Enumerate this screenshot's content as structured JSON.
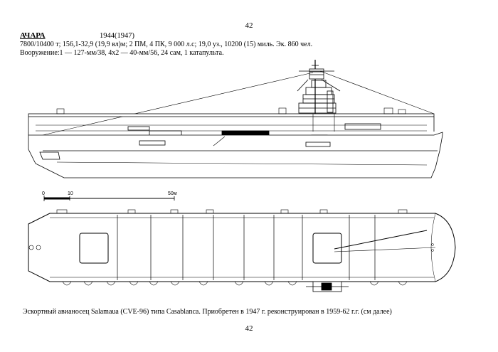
{
  "page": {
    "number_top": "42",
    "number_bottom": "42"
  },
  "ship": {
    "name": "АЧАРА",
    "years": "1944(1947)",
    "specs": "7800/10400 т; 156,1-32,9 (19,9 вл)м; 2 ПМ, 4 ПК, 9 000 л.с; 19,0 уз., 10200 (15) миль. Эк. 860 чел.",
    "armament": "Вооружение:1 — 127-мм/38, 4х2  — 40-мм/56, 24 сам, 1 катапульта."
  },
  "scale_bar": {
    "labels": [
      "0",
      "10",
      "50м"
    ]
  },
  "caption": "Эскортный авианосец Salamaua (CVE-96) типа Casablanca. Приобретен в 1947 г. реконструирован в 1959-62 г.г. (см далее)"
}
